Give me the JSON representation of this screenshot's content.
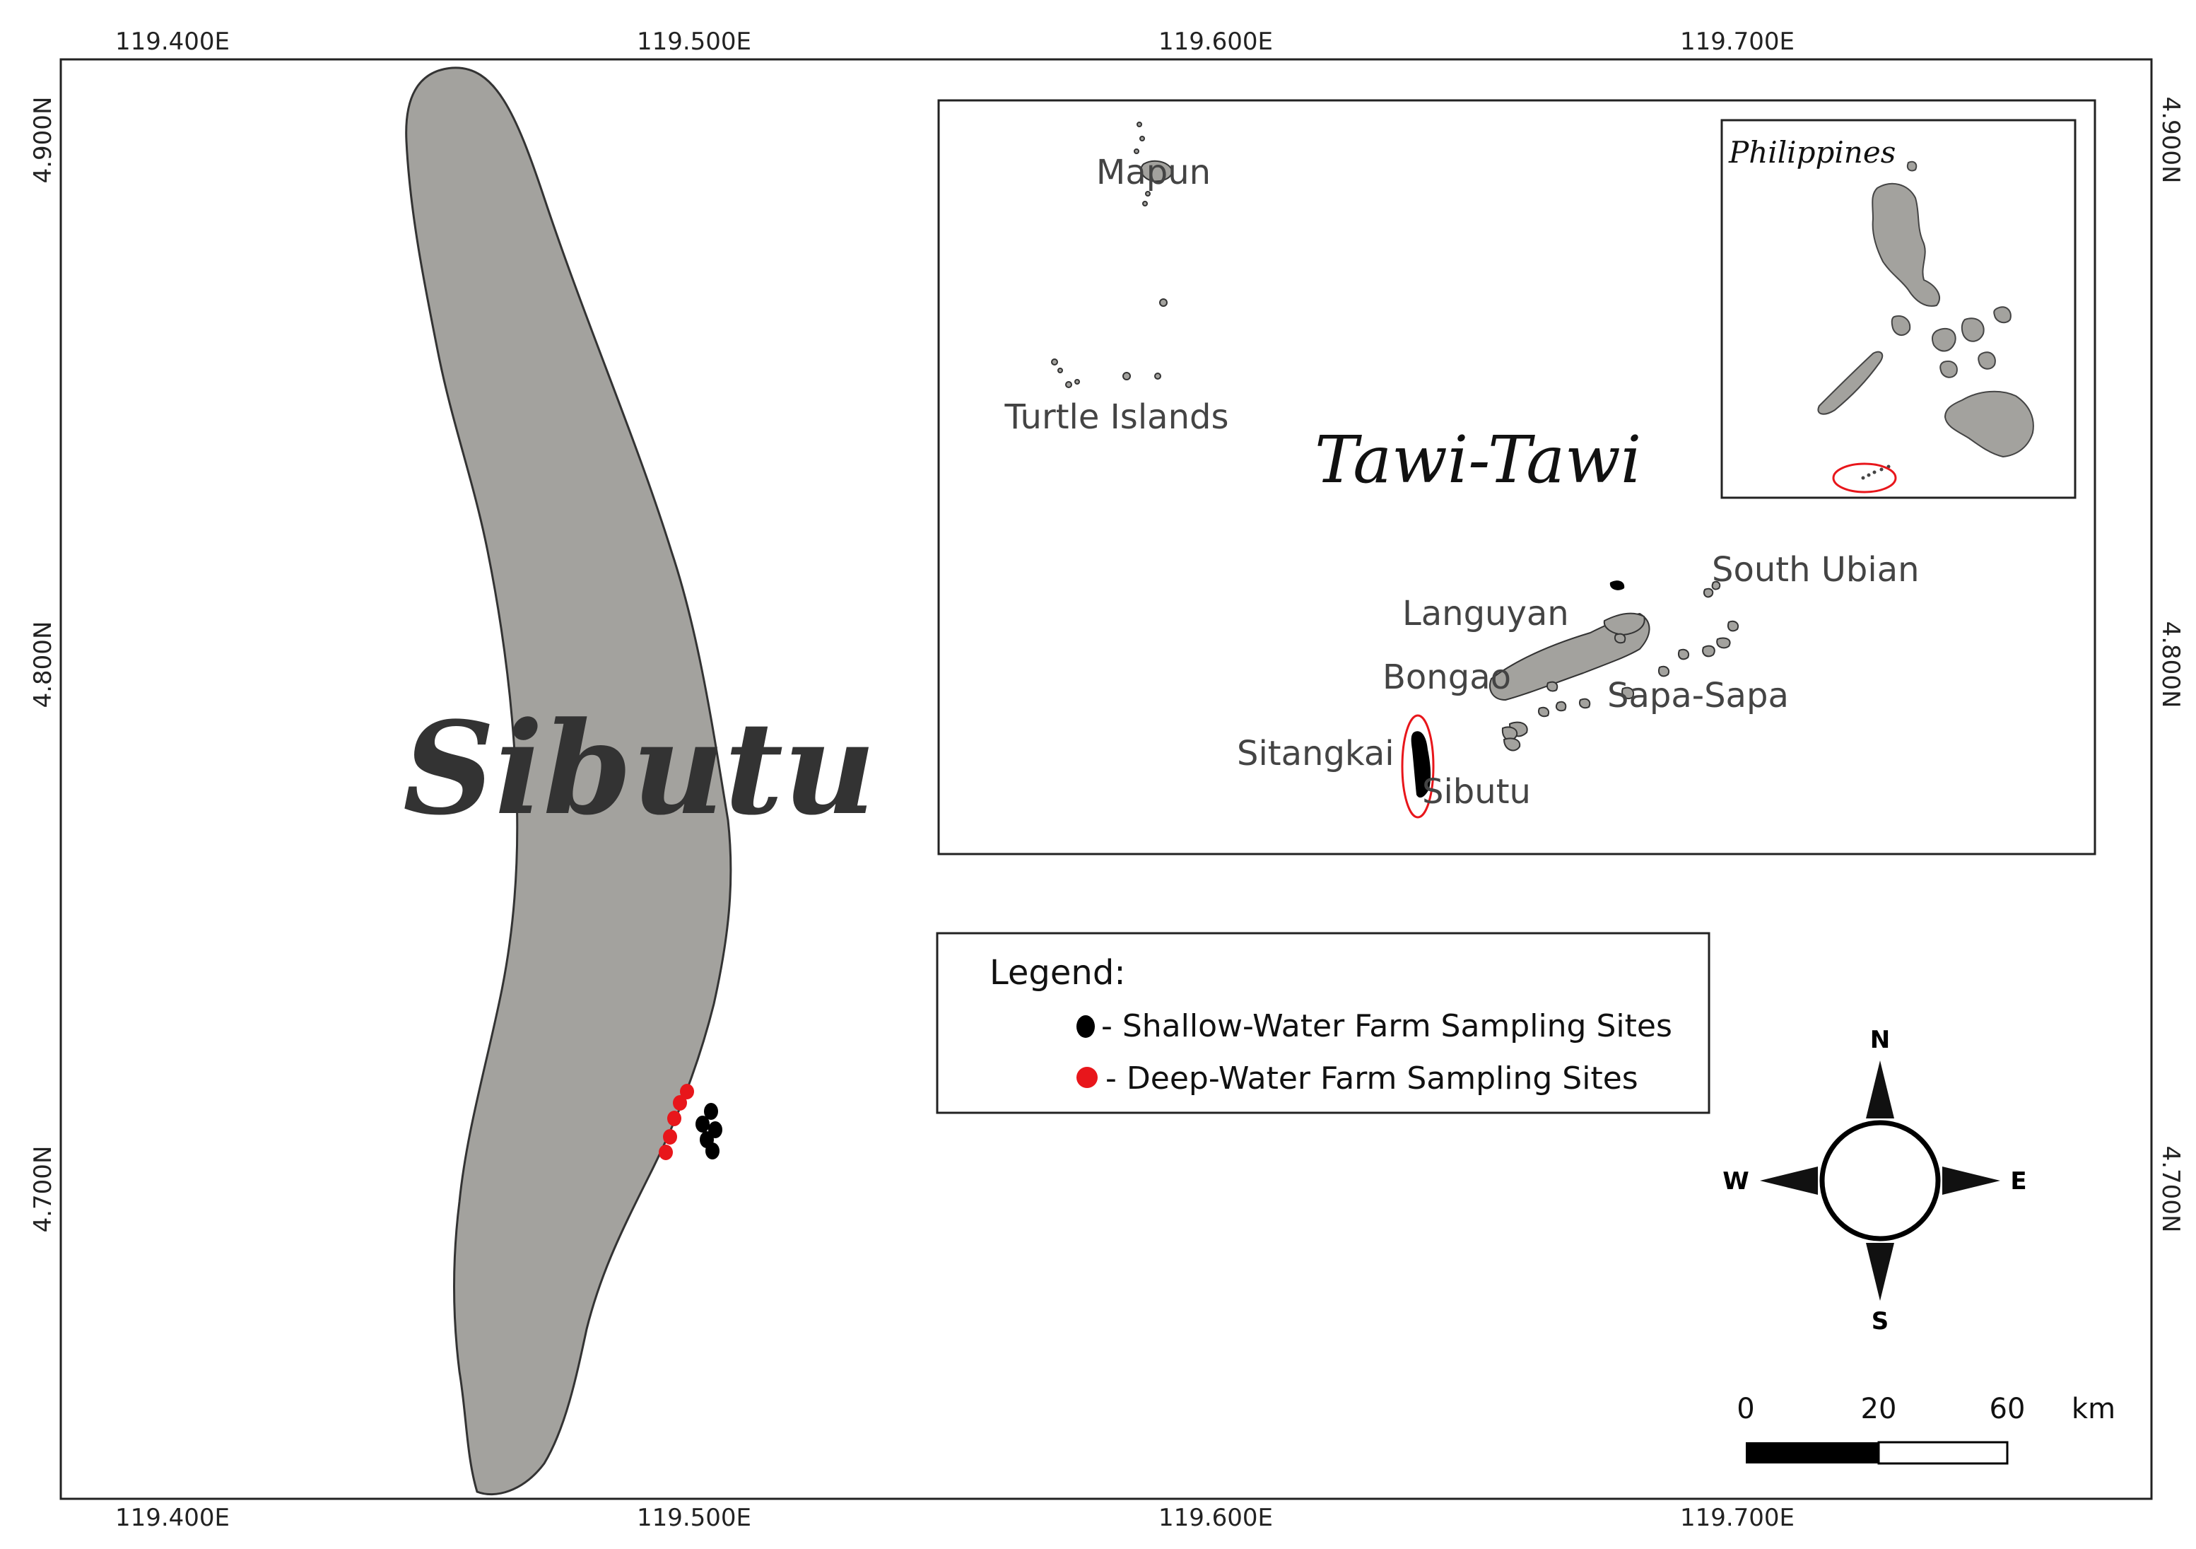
{
  "coords": {
    "top": [
      "119.400E",
      "119.500E",
      "119.600E",
      "119.700E"
    ],
    "bottom": [
      "119.400E",
      "119.500E",
      "119.600E",
      "119.700E"
    ],
    "left": [
      "4.900N",
      "4.800N",
      "4.700N"
    ],
    "right": [
      "4.900N",
      "4.800N",
      "4.700N"
    ]
  },
  "main_map": {
    "title": "Sibutu",
    "island_color": "#a3a29e"
  },
  "inset": {
    "region_title": "Tawi-Tawi",
    "places": {
      "mapun": "Mapun",
      "turtle_islands": "Turtle Islands",
      "south_ubian": "South Ubian",
      "languyan": "Languyan",
      "bongao": "Bongao",
      "sapa_sapa": "Sapa-Sapa",
      "sitangkai": "Sitangkai",
      "sibutu": "Sibutu"
    },
    "country_title": "Philippines"
  },
  "legend": {
    "title": "Legend:",
    "items": [
      {
        "label": "- Shallow-Water Farm Sampling Sites",
        "color": "#000000"
      },
      {
        "label": "- Deep-Water Farm Sampling Sites",
        "color": "#e8161b"
      }
    ]
  },
  "compass": {
    "n": "N",
    "s": "S",
    "e": "E",
    "w": "W"
  },
  "scale_bar": {
    "labels": [
      "0",
      "20",
      "60"
    ],
    "unit": "km"
  },
  "colors": {
    "highlight": "#e8161b",
    "land": "#a3a29e"
  }
}
